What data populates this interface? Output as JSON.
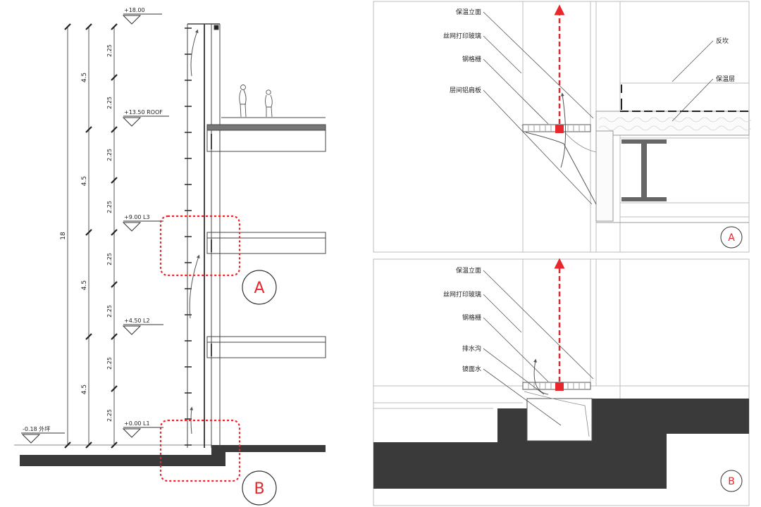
{
  "section": {
    "dims_outer": [
      "18"
    ],
    "dims_mid": [
      "4.5",
      "4.5",
      "4.5",
      "4.5"
    ],
    "dims_inner": [
      "2.25",
      "2.25",
      "2.25",
      "2.25",
      "2.25",
      "2.25",
      "2.25",
      "2.25"
    ],
    "levels": [
      "+18.00",
      "+13.50 ROOF",
      "+9.00 L3",
      "+4.50 L2",
      "+0.00 L1",
      "-0.18 外坪"
    ],
    "callout_a": "A",
    "callout_b": "B"
  },
  "detail_a": {
    "labels": [
      "保温立面",
      "丝网打印玻璃",
      "钢格栅",
      "层间铝肩板",
      "反坎",
      "保温层"
    ],
    "tag": "A"
  },
  "detail_b": {
    "labels": [
      "保温立面",
      "丝网打印玻璃",
      "钢格栅",
      "排水沟",
      "镜面水"
    ],
    "tag": "B"
  },
  "colors": {
    "accent_red": "#e8262b",
    "dark_fill": "#3a3a3a",
    "line": "#555555",
    "light_line": "#bdbdbd"
  }
}
